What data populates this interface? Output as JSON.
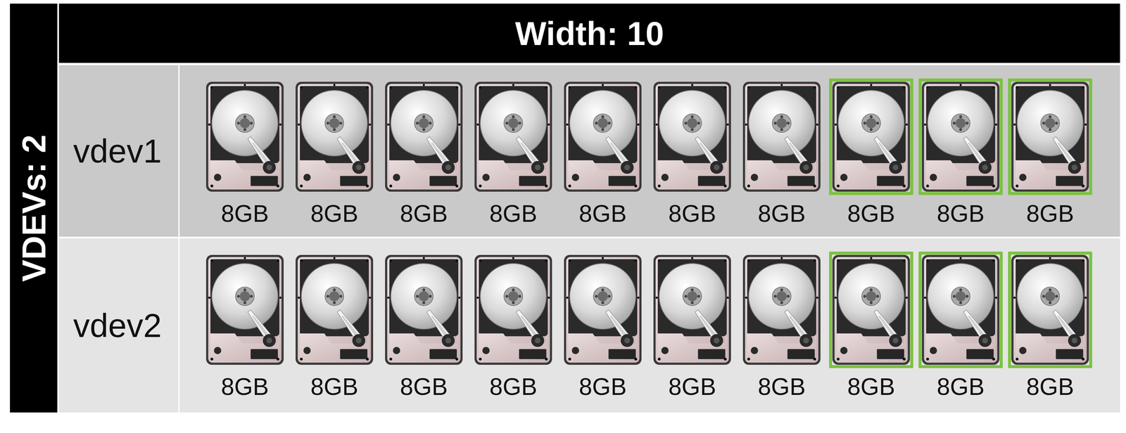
{
  "diagram": {
    "nodes": [
      {
        "text": [
          "Width: 10"
        ]
      },
      {
        "text": [
          "VDEVs: 2"
        ]
      },
      {
        "text": [
          "vdev1"
        ]
      },
      {
        "text": [
          "8GB"
        ],
        "in": 2
      },
      {
        "text": [
          "8GB"
        ],
        "in": 2
      },
      {
        "text": [
          "8GB"
        ],
        "in": 2
      },
      {
        "text": [
          "8GB"
        ],
        "in": 2
      },
      {
        "text": [
          "8GB"
        ],
        "in": 2
      },
      {
        "text": [
          "8GB"
        ],
        "in": 2
      },
      {
        "text": [
          "8GB"
        ],
        "in": 2
      },
      {
        "text": [
          "8GB"
        ],
        "in": 2
      },
      {
        "text": [
          "8GB"
        ],
        "in": 2
      },
      {
        "text": [
          "8GB"
        ],
        "in": 2
      },
      {
        "text": [
          "vdev2"
        ]
      },
      {
        "text": [
          "8GB"
        ],
        "in": 13
      },
      {
        "text": [
          "8GB"
        ],
        "in": 13
      },
      {
        "text": [
          "8GB"
        ],
        "in": 13
      },
      {
        "text": [
          "8GB"
        ],
        "in": 13
      },
      {
        "text": [
          "8GB"
        ],
        "in": 13
      },
      {
        "text": [
          "8GB"
        ],
        "in": 13
      },
      {
        "text": [
          "8GB"
        ],
        "in": 13
      },
      {
        "text": [
          "8GB"
        ],
        "in": 13
      },
      {
        "text": [
          "8GB"
        ],
        "in": 13
      },
      {
        "text": [
          "8GB"
        ],
        "in": 13
      }
    ]
  }
}
